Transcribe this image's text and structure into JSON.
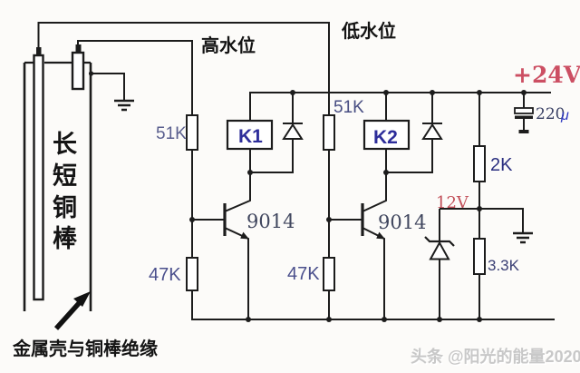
{
  "circuit": {
    "supply": {
      "label": "+24V"
    },
    "capacitor": {
      "value": "220",
      "unit": "μ"
    },
    "zener": {
      "label": "12V"
    },
    "relays": [
      {
        "name": "K1"
      },
      {
        "name": "K2"
      }
    ],
    "transistors": [
      {
        "part": "9014"
      },
      {
        "part": "9014"
      }
    ],
    "resistors": [
      {
        "value": "51K"
      },
      {
        "value": "47K"
      },
      {
        "value": "51K"
      },
      {
        "value": "47K"
      },
      {
        "value": "2K"
      },
      {
        "value": "3.3K"
      }
    ],
    "annotations": {
      "high_water": "高水位",
      "low_water": "低水位",
      "electrode_chars": [
        "长",
        "短",
        "铜",
        "棒"
      ],
      "insulation_note": "金属壳与铜棒绝缘"
    },
    "colors": {
      "wire": "#1c1c1c",
      "relay_blue": "#2d2d9a",
      "resistor_label_blue": "#4a4f8c",
      "voltage_red": "#cc4f63",
      "capacitor_unit_blue": "#2a35c0",
      "watermark_gray": "#c8c8c8",
      "background": "#fcfbf9"
    }
  },
  "watermark": {
    "text": "头条 @阳光的能量2020"
  }
}
